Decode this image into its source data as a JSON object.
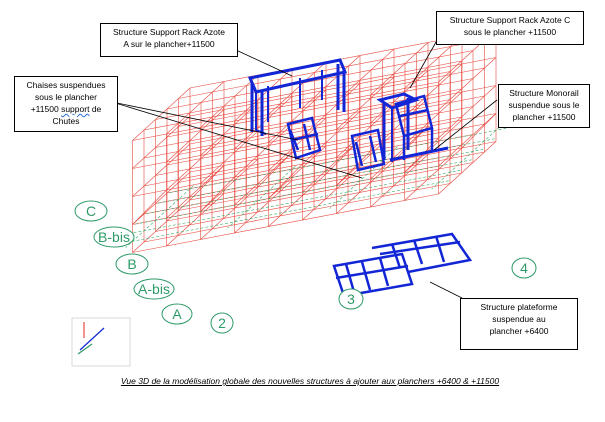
{
  "callouts": {
    "rack_a": [
      "Structure Support Rack Azote",
      "A sur le plancher+11500"
    ],
    "rack_c": [
      "Structure Support Rack Azote C",
      "sous le plancher +11500"
    ],
    "chaises_1": "Chaises suspendues",
    "chaises_2": "sous le plancher",
    "chaises_3a": "+11500",
    "chaises_3b": "support",
    "chaises_3c": "de",
    "chaises_4": "Chutes",
    "monorail": [
      "Structure Monorail",
      "suspendue sous le",
      "plancher +11500"
    ],
    "plateforme": [
      "Structure plateforme",
      "suspendue au",
      "plancher +6400"
    ]
  },
  "grid_rows": [
    "C",
    "B-bis",
    "B",
    "A-bis",
    "A"
  ],
  "grid_cols": [
    "2",
    "3",
    "4"
  ],
  "caption": "Vue 3D de la modélisation globale des nouvelles structures à ajouter aux planchers +6400 & +11500",
  "colors": {
    "frame": "#e8493f",
    "grid": "#3aa864",
    "new_structure": "#1226d6",
    "label": "#2e9a68"
  }
}
